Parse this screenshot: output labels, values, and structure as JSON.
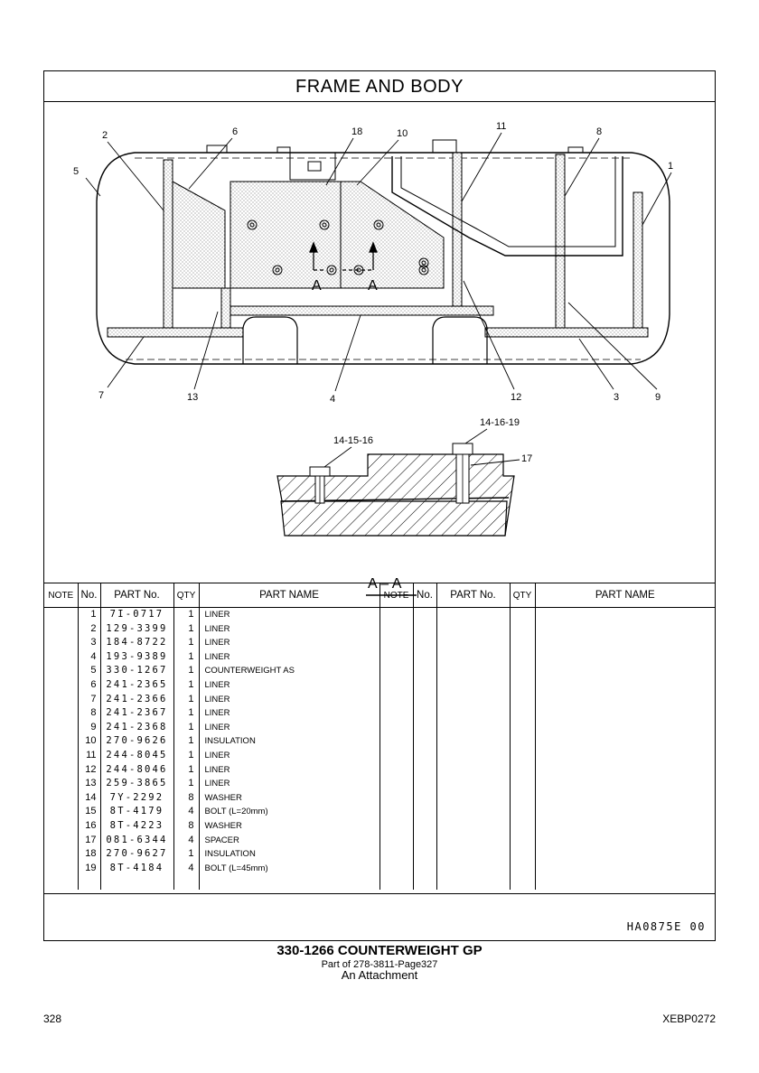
{
  "title": "FRAME AND BODY",
  "drawing": {
    "callouts": [
      "1",
      "2",
      "3",
      "4",
      "5",
      "6",
      "7",
      "8",
      "9",
      "10",
      "11",
      "12",
      "13",
      "18"
    ],
    "section_markers": [
      "A",
      "A"
    ],
    "section_callouts": [
      "14-15-16",
      "14-16-19",
      "17"
    ],
    "section_title": "A – A"
  },
  "table": {
    "headers": [
      "NOTE",
      "No.",
      "PART No.",
      "QTY",
      "PART NAME",
      "NOTE",
      "No.",
      "PART No.",
      "QTY",
      "PART NAME"
    ],
    "rows": [
      {
        "no": "1",
        "part_no": "7I-0717",
        "qty": "1",
        "name": "LINER"
      },
      {
        "no": "2",
        "part_no": "129-3399",
        "qty": "1",
        "name": "LINER"
      },
      {
        "no": "3",
        "part_no": "184-8722",
        "qty": "1",
        "name": "LINER"
      },
      {
        "no": "4",
        "part_no": "193-9389",
        "qty": "1",
        "name": "LINER"
      },
      {
        "no": "5",
        "part_no": "330-1267",
        "qty": "1",
        "name": "COUNTERWEIGHT  AS"
      },
      {
        "no": "6",
        "part_no": "241-2365",
        "qty": "1",
        "name": "LINER"
      },
      {
        "no": "7",
        "part_no": "241-2366",
        "qty": "1",
        "name": "LINER"
      },
      {
        "no": "8",
        "part_no": "241-2367",
        "qty": "1",
        "name": "LINER"
      },
      {
        "no": "9",
        "part_no": "241-2368",
        "qty": "1",
        "name": "LINER"
      },
      {
        "no": "10",
        "part_no": "270-9626",
        "qty": "1",
        "name": "INSULATION"
      },
      {
        "no": "11",
        "part_no": "244-8045",
        "qty": "1",
        "name": "LINER"
      },
      {
        "no": "12",
        "part_no": "244-8046",
        "qty": "1",
        "name": "LINER"
      },
      {
        "no": "13",
        "part_no": "259-3865",
        "qty": "1",
        "name": "LINER"
      },
      {
        "no": "14",
        "part_no": "7Y-2292",
        "qty": "8",
        "name": "WASHER"
      },
      {
        "no": "15",
        "part_no": "8T-4179",
        "qty": "4",
        "name": "BOLT (L=20mm)"
      },
      {
        "no": "16",
        "part_no": "8T-4223",
        "qty": "8",
        "name": "WASHER"
      },
      {
        "no": "17",
        "part_no": "081-6344",
        "qty": "4",
        "name": "SPACER"
      },
      {
        "no": "18",
        "part_no": "270-9627",
        "qty": "1",
        "name": "INSULATION"
      },
      {
        "no": "19",
        "part_no": "8T-4184",
        "qty": "4",
        "name": "BOLT (L=45mm)"
      }
    ]
  },
  "drawing_code": "HA0875E   00",
  "caption": {
    "line1": "330-1266  COUNTERWEIGHT  GP",
    "line2": "Part of 278-3811-Page327",
    "line3": "An Attachment"
  },
  "page_number": "328",
  "doc_code": "XEBP0272"
}
